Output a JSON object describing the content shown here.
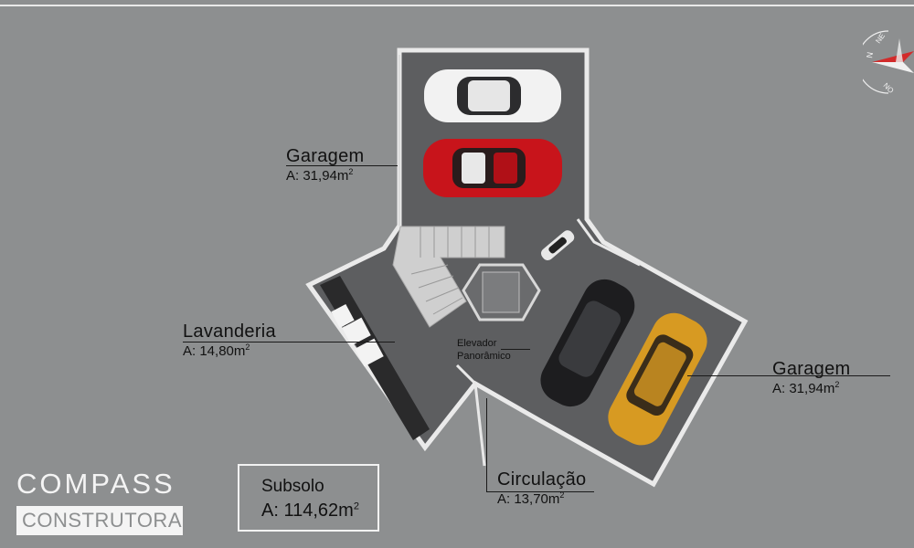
{
  "rooms": {
    "garagem_top": {
      "name": "Garagem",
      "area": "A: 31,94m",
      "area_sup": "2"
    },
    "garagem_right": {
      "name": "Garagem",
      "area": "A: 31,94m",
      "area_sup": "2"
    },
    "lavanderia": {
      "name": "Lavanderia",
      "area": "A: 14,80m",
      "area_sup": "2"
    },
    "circulacao": {
      "name": "Circulação",
      "area": "A: 13,70m",
      "area_sup": "2"
    },
    "elevador": {
      "line1": "Elevador",
      "line2": "Panorâmico"
    }
  },
  "summary": {
    "title": "Subsolo",
    "area": "A: 114,62m",
    "area_sup": "2"
  },
  "logo": {
    "top": "COMPASS",
    "bottom": "CONSTRUTORA"
  },
  "compass": {
    "n": "N",
    "ne": "NE",
    "no": "NO"
  },
  "colors": {
    "background": "#8d8f90",
    "floor": "#5c5d5f",
    "walls": "#e8e8e8",
    "car_white": "#f2f2f2",
    "car_red": "#c8141b",
    "car_black": "#1d1d1f",
    "car_yellow": "#d79a22",
    "compass_red": "#d22b2b"
  }
}
